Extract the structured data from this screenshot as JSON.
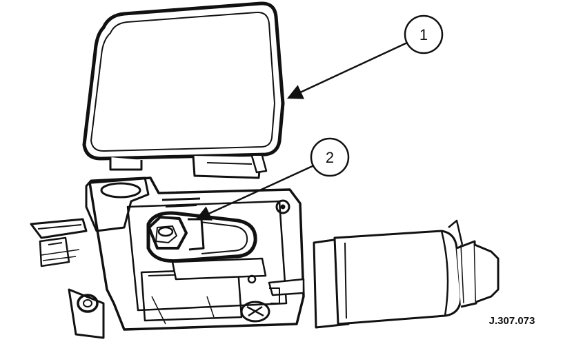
{
  "diagram": {
    "callouts": [
      {
        "label": "1"
      },
      {
        "label": "2"
      }
    ],
    "reference_code": "J.307.073",
    "colors": {
      "line": "#111111",
      "background": "#ffffff"
    }
  }
}
